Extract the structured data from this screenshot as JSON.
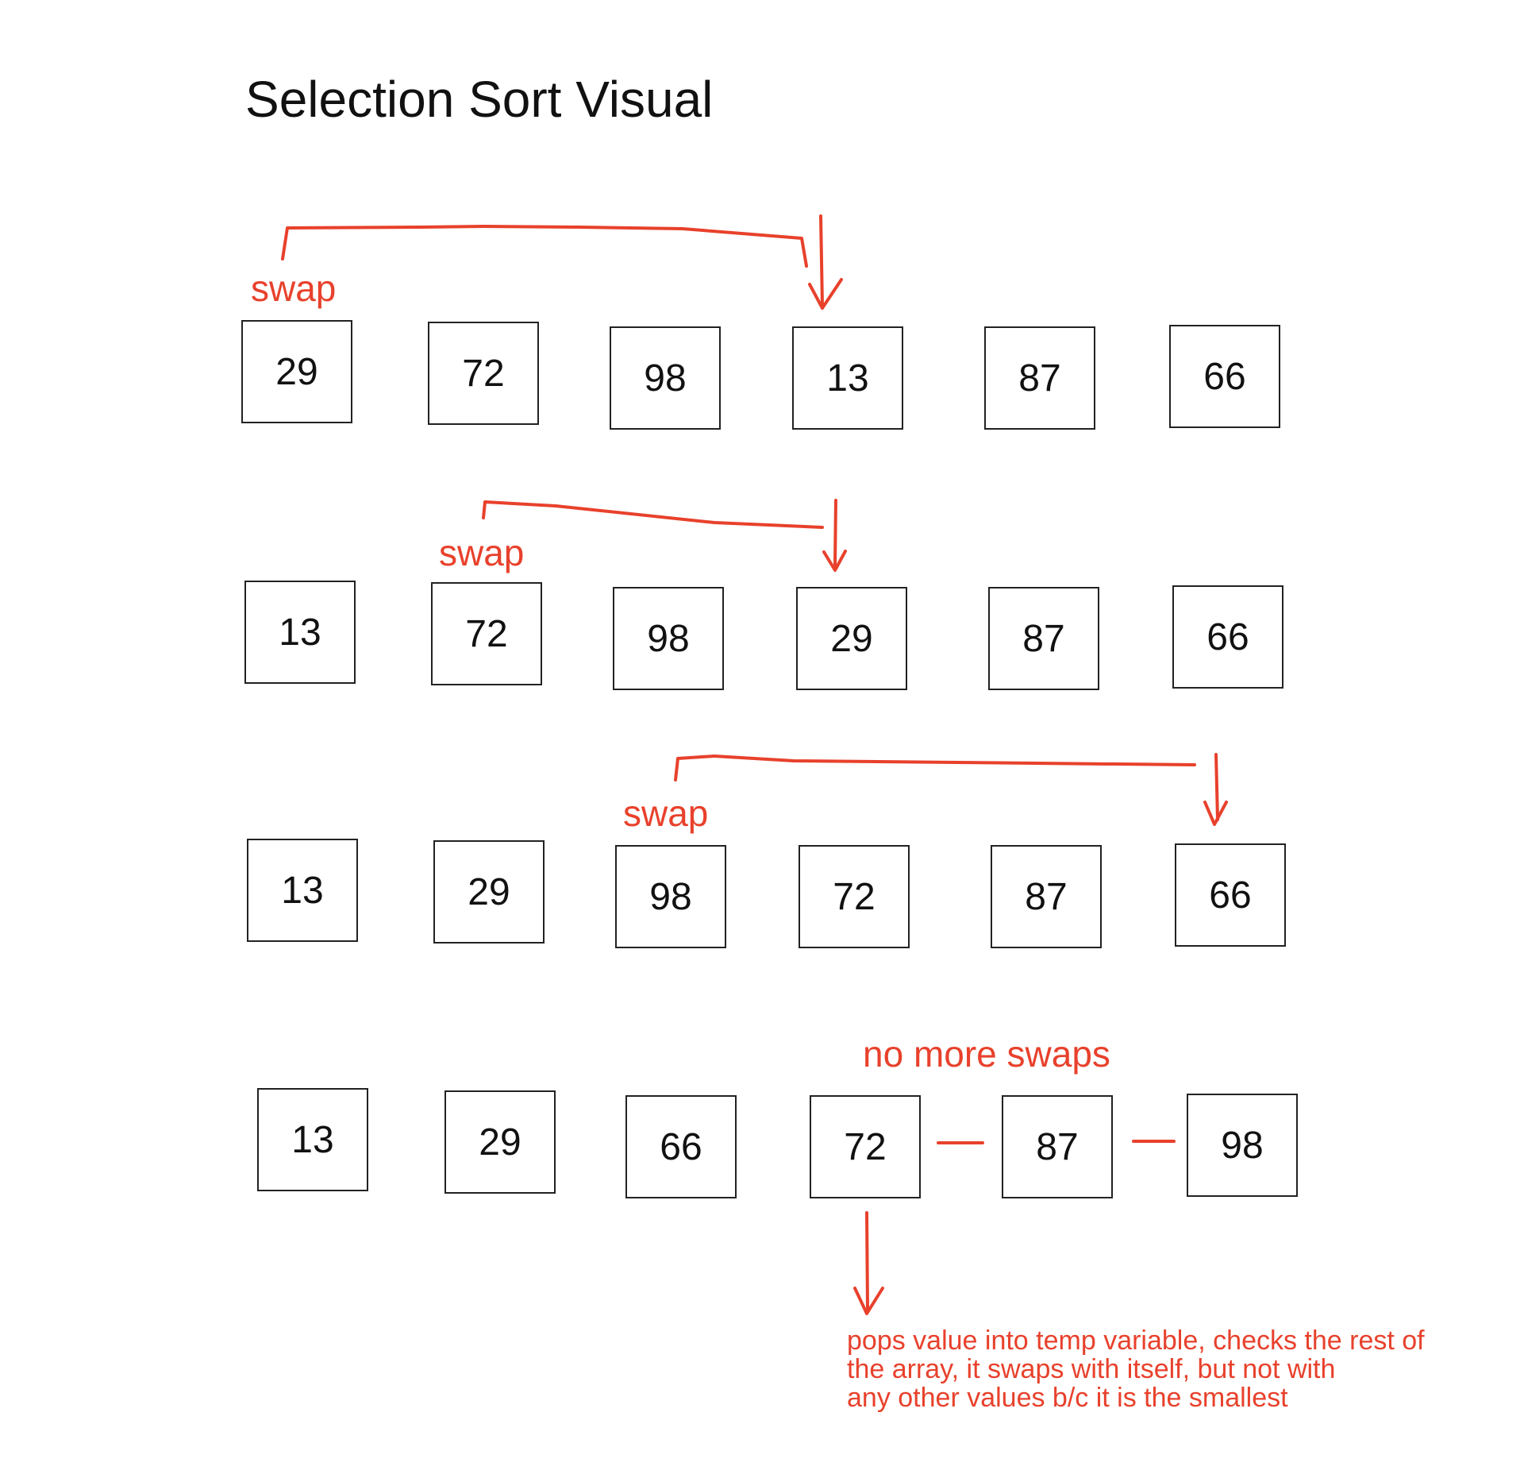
{
  "title": "Selection Sort Visual",
  "accent_color": "#e8412c",
  "rows": [
    {
      "values": [
        "29",
        "72",
        "98",
        "13",
        "87",
        "66"
      ],
      "annotation": "swap"
    },
    {
      "values": [
        "13",
        "72",
        "98",
        "29",
        "87",
        "66"
      ],
      "annotation": "swap"
    },
    {
      "values": [
        "13",
        "29",
        "98",
        "72",
        "87",
        "66"
      ],
      "annotation": "swap"
    },
    {
      "values": [
        "13",
        "29",
        "66",
        "72",
        "87",
        "98"
      ],
      "annotation": "no more swaps"
    }
  ],
  "note_lines": [
    "pops value into temp variable, checks the rest of",
    "the array, it swaps with itself, but not with",
    "any other values b/c it is the smallest"
  ]
}
